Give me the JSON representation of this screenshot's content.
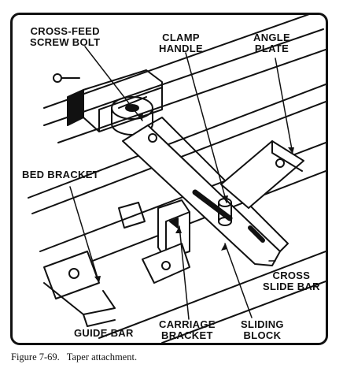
{
  "labels": {
    "cross_feed_screw_bolt": [
      "CROSS-FEED",
      "SCREW BOLT"
    ],
    "clamp_handle": [
      "CLAMP",
      "HANDLE"
    ],
    "angle_plate": [
      "ANGLE",
      "PLATE"
    ],
    "bed_bracket": [
      "BED BRACKET"
    ],
    "cross_slide_bar": [
      "CROSS",
      "SLIDE BAR"
    ],
    "guide_bar": [
      "GUIDE BAR"
    ],
    "carriage_bracket": [
      "CARRIAGE",
      "BRACKET"
    ],
    "sliding_block": [
      "SLIDING",
      "BLOCK"
    ]
  },
  "caption": {
    "figure": "Figure 7-69.",
    "title": "Taper attachment."
  }
}
